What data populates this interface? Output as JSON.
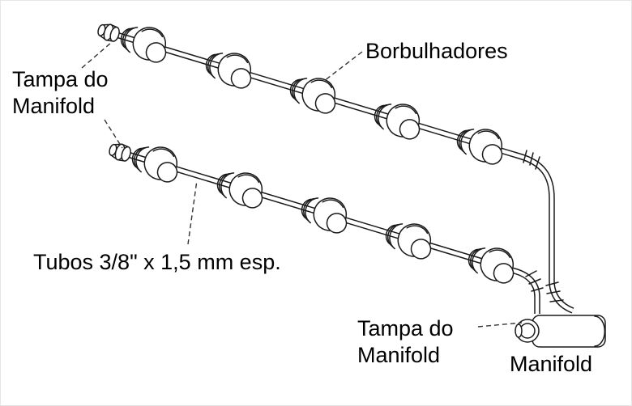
{
  "labels": {
    "cap_top": {
      "line1": "Tampa do",
      "line2": "Manifold"
    },
    "bubblers": "Borbulhadores",
    "tubes": "Tubos 3/8\" x 1,5 mm esp.",
    "cap_bottom": {
      "line1": "Tampa do",
      "line2": "Manifold"
    },
    "manifold": "Manifold"
  },
  "colors": {
    "line": "#1a1a1a",
    "text": "#000000",
    "background": "#ffffff"
  }
}
